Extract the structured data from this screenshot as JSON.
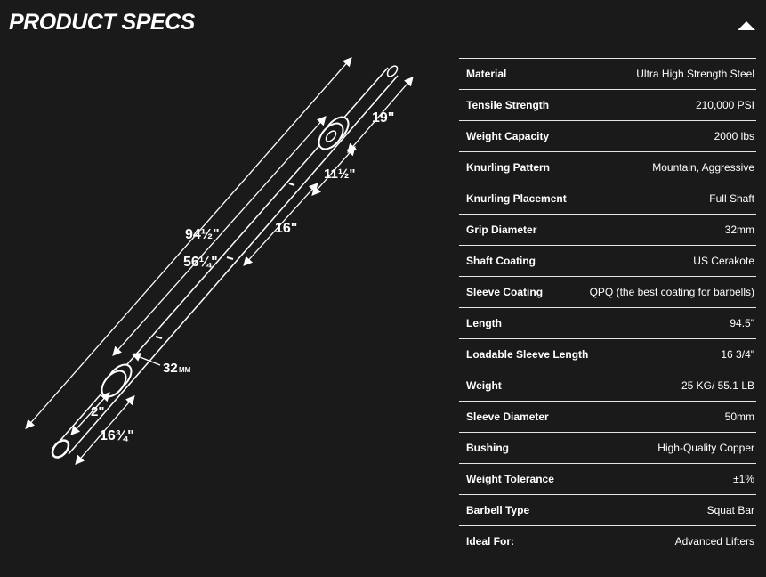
{
  "header": {
    "title": "PRODUCT SPECS",
    "toggle_icon": "chevron-up-icon"
  },
  "diagram": {
    "labels": {
      "total_length": "94½\"",
      "shaft_length": "56¼\"",
      "sleeve_length": "19\"",
      "loadable_sleeve": "16¾\"",
      "inner_collar": "11½\"",
      "center_knurl": "16\"",
      "grip": "32",
      "grip_unit": "MM",
      "end_cap": "2\""
    }
  },
  "specs": [
    {
      "label": "Material",
      "value": "Ultra High Strength Steel"
    },
    {
      "label": "Tensile Strength",
      "value": "210,000 PSI"
    },
    {
      "label": "Weight Capacity",
      "value": "2000 lbs"
    },
    {
      "label": "Knurling Pattern",
      "value": "Mountain, Aggressive"
    },
    {
      "label": "Knurling Placement",
      "value": "Full Shaft"
    },
    {
      "label": "Grip Diameter",
      "value": "32mm"
    },
    {
      "label": "Shaft Coating",
      "value": "US Cerakote"
    },
    {
      "label": "Sleeve Coating",
      "value": "QPQ (the best coating for barbells)"
    },
    {
      "label": "Length",
      "value": "94.5\""
    },
    {
      "label": "Loadable Sleeve Length",
      "value": "16 3/4\""
    },
    {
      "label": "Weight",
      "value": "25 KG/ 55.1 LB"
    },
    {
      "label": "Sleeve Diameter",
      "value": "50mm"
    },
    {
      "label": "Bushing",
      "value": "High-Quality Copper"
    },
    {
      "label": "Weight Tolerance",
      "value": "±1%"
    },
    {
      "label": "Barbell Type",
      "value": "Squat Bar"
    },
    {
      "label": "Ideal For:",
      "value": "Advanced Lifters"
    }
  ]
}
